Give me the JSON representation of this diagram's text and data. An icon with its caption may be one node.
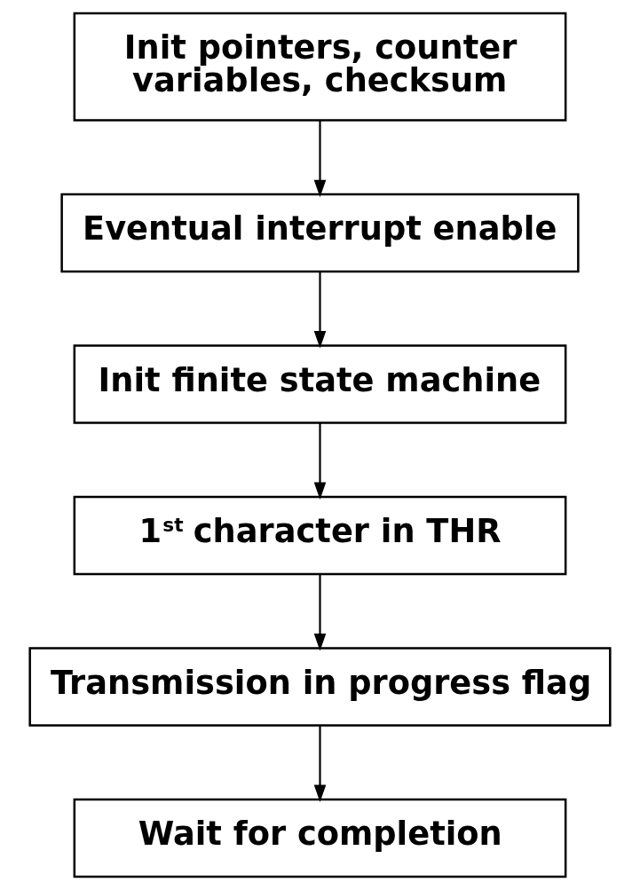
{
  "diagram": {
    "nodes": [
      {
        "text": [
          "Init pointers, counter variables, checksum"
        ]
      },
      {
        "text": [
          "Eventual interrupt enable"
        ]
      },
      {
        "text": [
          "Init finite state machine"
        ]
      },
      {
        "text": [
          "1$^{st}$ character in THR"
        ]
      },
      {
        "text": [
          "Transmission in progress flag"
        ]
      },
      {
        "text": [
          "Wait for completion"
        ]
      }
    ],
    "edges": [
      {
        "from": 0,
        "to": 1,
        "arrow": "to"
      },
      {
        "from": 1,
        "to": 2,
        "arrow": "to"
      },
      {
        "from": 2,
        "to": 3,
        "arrow": "to"
      },
      {
        "from": 3,
        "to": 4,
        "arrow": "to"
      },
      {
        "from": 4,
        "to": 5,
        "arrow": "to"
      }
    ]
  }
}
